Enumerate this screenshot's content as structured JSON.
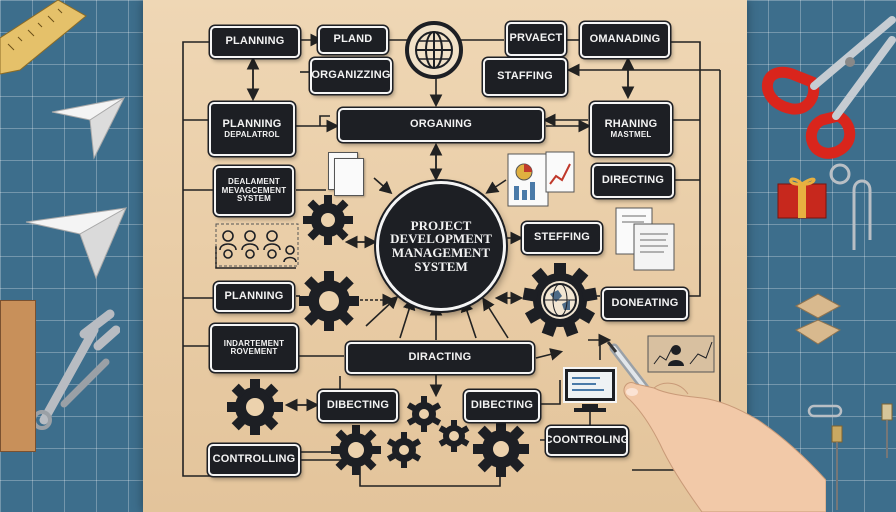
{
  "diagram": {
    "center": {
      "line1": "PROJECT",
      "line2": "DEVELOPMENT",
      "line3": "MANAGEMENT",
      "line4": "SYSTEM"
    },
    "nodes": {
      "planning_top": "PLANNING",
      "pland": "PLAND",
      "organizing": "ORGANIZZING",
      "prvect": "PRVAECT",
      "omanading": "OMANADING",
      "staffing_top": "STAFFING",
      "planning_dept_l1": "PLANNING",
      "planning_dept_l2": "DEPALATROL",
      "organing": "ORGANING",
      "rhaning_l1": "RHANING",
      "rhaning_l2": "MASTMEL",
      "dealament_l1": "DEALAMENT",
      "dealament_l2": "MEVAGCEMENT",
      "dealament_l3": "SYSTEM",
      "directing_right": "DIRECTING",
      "steffing": "STEFFING",
      "planning_left": "PLANNING",
      "donetting": "DONEATING",
      "indartement_l1": "INDARTEMENT",
      "indartement_l2": "ROVEMENT",
      "dircting": "DIRACTING",
      "dibecting": "DIBECTING",
      "dibecting_right": "DIBECTING",
      "controlling_left": "CONTROLLING",
      "coontroling": "COONTROLING"
    },
    "colors": {
      "node_fill": "#1d1f24",
      "node_border": "#f5f5f5",
      "paper": "#ecd2ad",
      "mat": "#3d6e8c",
      "accent": "#d9251c"
    },
    "icons": [
      "globe-icon",
      "gear-icon",
      "document-icon",
      "chart-icon",
      "world-map-icon",
      "monitor-icon",
      "person-icon"
    ]
  }
}
